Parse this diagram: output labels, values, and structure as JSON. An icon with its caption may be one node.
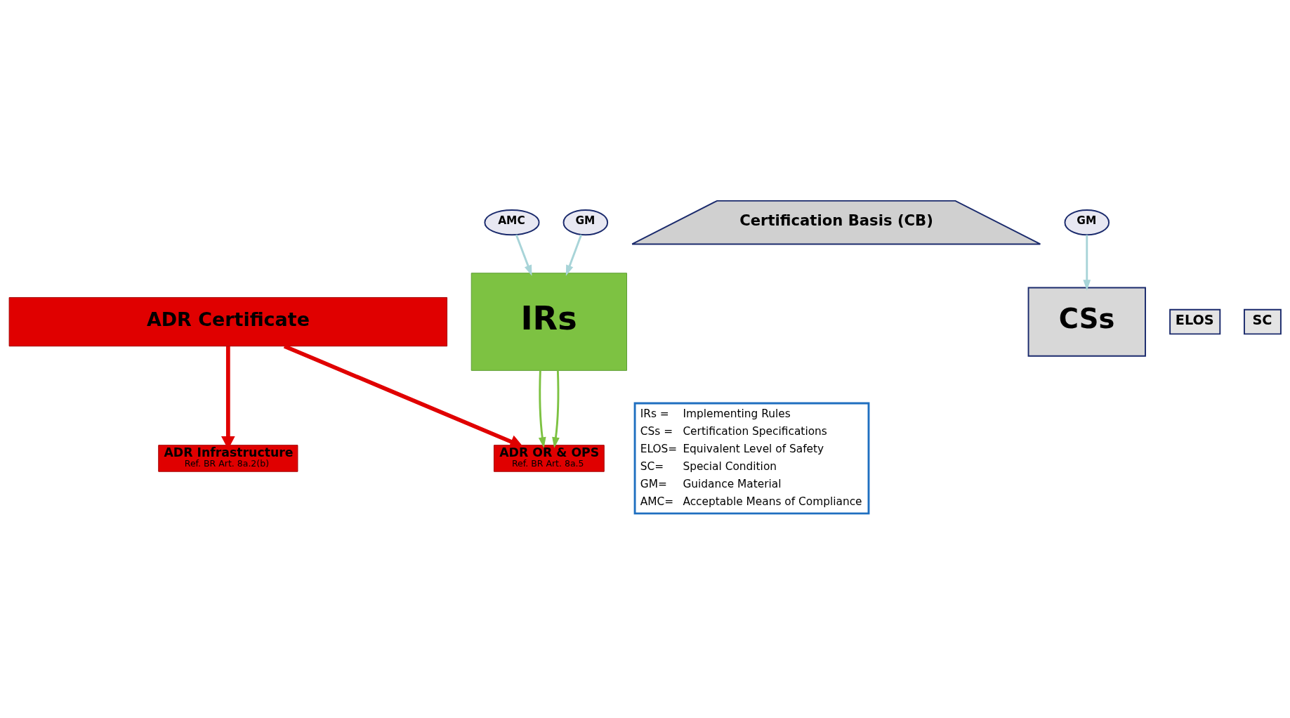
{
  "diagram": {
    "nodes": [
      {
        "text": [
          "ADR Certificate"
        ]
      },
      {
        "text": [
          "ADR Infrastructure",
          "Ref. BR Art. 8a.2(b)"
        ]
      },
      {
        "text": [
          "Certification Basis (CB)"
        ]
      },
      {
        "text": [
          "CSs"
        ]
      },
      {
        "text": [
          "ELOS"
        ]
      },
      {
        "text": [
          "SC"
        ]
      },
      {
        "text": [
          "GM"
        ]
      },
      {
        "text": [
          "ADR OR & OPS",
          "Ref. BR Art. 8a.5"
        ]
      },
      {
        "text": [
          "IRs"
        ]
      },
      {
        "text": [
          "AMC"
        ]
      },
      {
        "text": [
          "GM"
        ]
      }
    ],
    "edges": [
      {
        "from": 0,
        "to": 1,
        "arrow": "to",
        "style": "thick",
        "color": "#e00000"
      },
      {
        "from": 0,
        "to": 7,
        "arrow": "to",
        "style": "thick",
        "color": "#e00000"
      },
      {
        "from": 6,
        "to": 3,
        "arrow": "to",
        "color": "#a8d4d8"
      },
      {
        "from": 8,
        "to": 7,
        "arrow": "to",
        "color": "#7dc242"
      },
      {
        "from": 8,
        "to": 7,
        "arrow": "to",
        "color": "#7dc242"
      },
      {
        "from": 9,
        "to": 8,
        "arrow": "to",
        "color": "#a8d4d8"
      },
      {
        "from": 10,
        "to": 8,
        "arrow": "to",
        "color": "#a8d4d8"
      }
    ],
    "labels": [
      "IRs =",
      "Implementing Rules",
      "CSs =",
      "Certification Specifications",
      "ELOS=",
      "Equivalent Level of Safety",
      "SC=",
      "Special Condition",
      "GM=",
      "Guidance Material",
      "AMC=",
      "Acceptable Means of Compliance"
    ]
  }
}
